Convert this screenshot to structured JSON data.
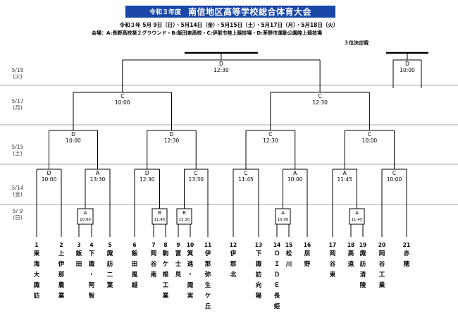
{
  "header": {
    "year_label": "令和３年度",
    "title": "南信地区高等学校総合体育大会",
    "dates": "令和３年 5月 9日（日）・5月14日（金）・5月15日（土）・5月17日（月）・5月18日（火）",
    "venues": "会場：A:長野高校第２グラウンド・B:飯田東高校・C:伊那市陸上競技場・D:茅野市運動公園陸上競技場",
    "third_place_label": "３位決定戦"
  },
  "rounds": [
    {
      "date": "5/18",
      "day": "(火)"
    },
    {
      "date": "5/17",
      "day": "(月)"
    },
    {
      "date": "5/15",
      "day": "(土)"
    },
    {
      "date": "5/14",
      "day": "(金)"
    },
    {
      "date": "5/ 9",
      "day": "(日)"
    }
  ],
  "matches": {
    "final": {
      "venue": "D",
      "time": "12:30"
    },
    "third_place": {
      "venue": "D",
      "time": "10:00"
    },
    "semi_left": {
      "venue": "C",
      "time": "10:00"
    },
    "semi_right": {
      "venue": "C",
      "time": "12:30"
    },
    "qf1": {
      "venue": "D",
      "time": "10:00"
    },
    "qf2": {
      "venue": "D",
      "time": "12:30"
    },
    "qf3": {
      "venue": "C",
      "time": "12:30"
    },
    "qf4": {
      "venue": "C",
      "time": "10:00"
    },
    "r16_1": {
      "venue": "D",
      "time": "10:00"
    },
    "r16_2": {
      "venue": "A",
      "time": "13:30"
    },
    "r16_3": {
      "venue": "D",
      "time": "12:30"
    },
    "r16_4": {
      "venue": "C",
      "time": "13:30"
    },
    "r16_5": {
      "venue": "C",
      "time": "11:45"
    },
    "r16_6": {
      "venue": "A",
      "time": "10:00"
    },
    "r16_7": {
      "venue": "A",
      "time": "11:45"
    },
    "r16_8": {
      "venue": "C",
      "time": "10:00"
    },
    "r1_1": {
      "venue": "A",
      "time": "10:00"
    },
    "r1_2": {
      "venue": "B",
      "time": "11:45"
    },
    "r1_3": {
      "venue": "B",
      "time": "13:30"
    },
    "r1_4": {
      "venue": "A",
      "time": "10:00"
    },
    "r1_5": {
      "venue": "A",
      "time": "11:45"
    }
  },
  "teams": [
    {
      "num": "1",
      "name": "東海大諏訪"
    },
    {
      "num": "2",
      "name": "上伊那農業"
    },
    {
      "num": "3",
      "name": "飯田"
    },
    {
      "num": "4",
      "name": "下諏・阿智"
    },
    {
      "num": "5",
      "name": "諏訪二葉"
    },
    {
      "num": "6",
      "name": "飯田風越"
    },
    {
      "num": "7",
      "name": "岡谷南"
    },
    {
      "num": "8",
      "name": "駒ケ根工業"
    },
    {
      "num": "9",
      "name": "富士見"
    },
    {
      "num": "10",
      "name": "箕進・諏実"
    },
    {
      "num": "11",
      "name": "伊那弥生ケ丘"
    },
    {
      "num": "12",
      "name": "伊那北"
    },
    {
      "num": "13",
      "name": "下諏訪向陽"
    },
    {
      "num": "14",
      "name": "ＯＩＤＥ長姫"
    },
    {
      "num": "15",
      "name": "松川"
    },
    {
      "num": "16",
      "name": "辰野"
    },
    {
      "num": "17",
      "name": "岡谷東"
    },
    {
      "num": "18",
      "name": "高遠"
    },
    {
      "num": "19",
      "name": "諏訪清陵"
    },
    {
      "num": "20",
      "name": "岡谷工業"
    },
    {
      "num": "21",
      "name": "赤穂"
    }
  ],
  "colors": {
    "title_bg": "#1a47a8",
    "title_text": "#ffffff",
    "line": "#000000",
    "hline": "#888888"
  }
}
